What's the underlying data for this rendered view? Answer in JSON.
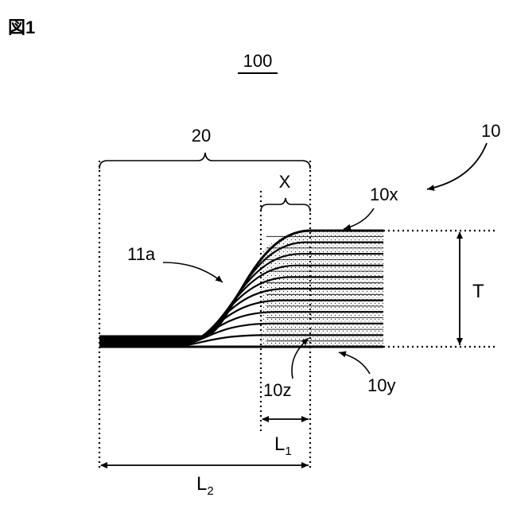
{
  "figure": {
    "caption": "図1",
    "assembly_number": "100"
  },
  "labels": {
    "stack": "10",
    "top_surface": "10x",
    "bottom_surface": "10y",
    "interior": "10z",
    "layer": "11a",
    "region": "20",
    "transition": "X",
    "thickness": "T",
    "length1_main": "L",
    "length1_sub": "1",
    "length2_main": "L",
    "length2_sub": "2"
  },
  "colors": {
    "ink": "#000000",
    "paper": "#ffffff"
  },
  "stack_layers": 11
}
